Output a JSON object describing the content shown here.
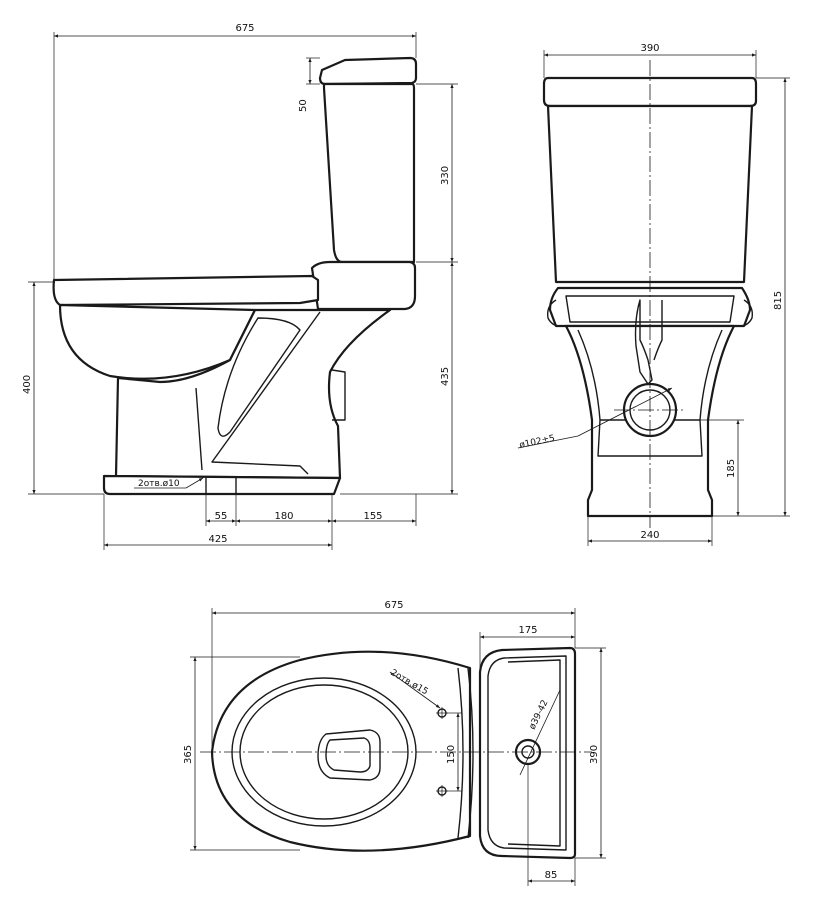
{
  "views": {
    "side": {
      "width_overall": "675",
      "cistern_lid_height": "50",
      "cistern_height": "330",
      "bowl_height": "435",
      "seat_height": "400",
      "fix_holes_note": "2отв.ø10",
      "dim_55": "55",
      "dim_180": "180",
      "dim_155": "155",
      "base_length": "425"
    },
    "front": {
      "width": "390",
      "total_height": "815",
      "outlet_diameter": "ø102±5",
      "outlet_height": "185",
      "base_width": "240"
    },
    "top": {
      "length": "675",
      "tank_depth": "175",
      "seat_holes_note": "2отв.ø15",
      "hole_spacing": "150",
      "bowl_width": "365",
      "tank_width": "390",
      "water_inlet": "ø39-42",
      "inlet_offset": "85"
    }
  }
}
